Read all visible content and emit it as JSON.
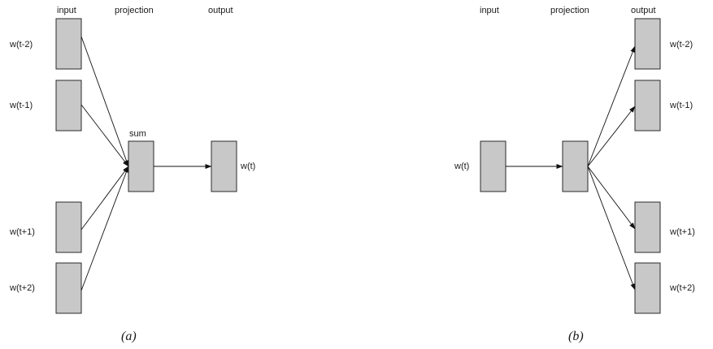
{
  "colors": {
    "box_fill": "#c8c8c8",
    "box_stroke": "#2a2a2a",
    "edge": "#111111",
    "text": "#1a1a1a"
  },
  "cbow": {
    "caption": "(a)",
    "headers": {
      "input": "input",
      "projection": "projection",
      "output": "output"
    },
    "inputs": [
      "w(t-2)",
      "w(t-1)",
      "w(t+1)",
      "w(t+2)"
    ],
    "projection_label": "sum",
    "output": "w(t)"
  },
  "skipgram": {
    "caption": "(b)",
    "headers": {
      "input": "input",
      "projection": "projection",
      "output": "output"
    },
    "input": "w(t)",
    "outputs": [
      "w(t-2)",
      "w(t-1)",
      "w(t+1)",
      "w(t+2)"
    ]
  }
}
